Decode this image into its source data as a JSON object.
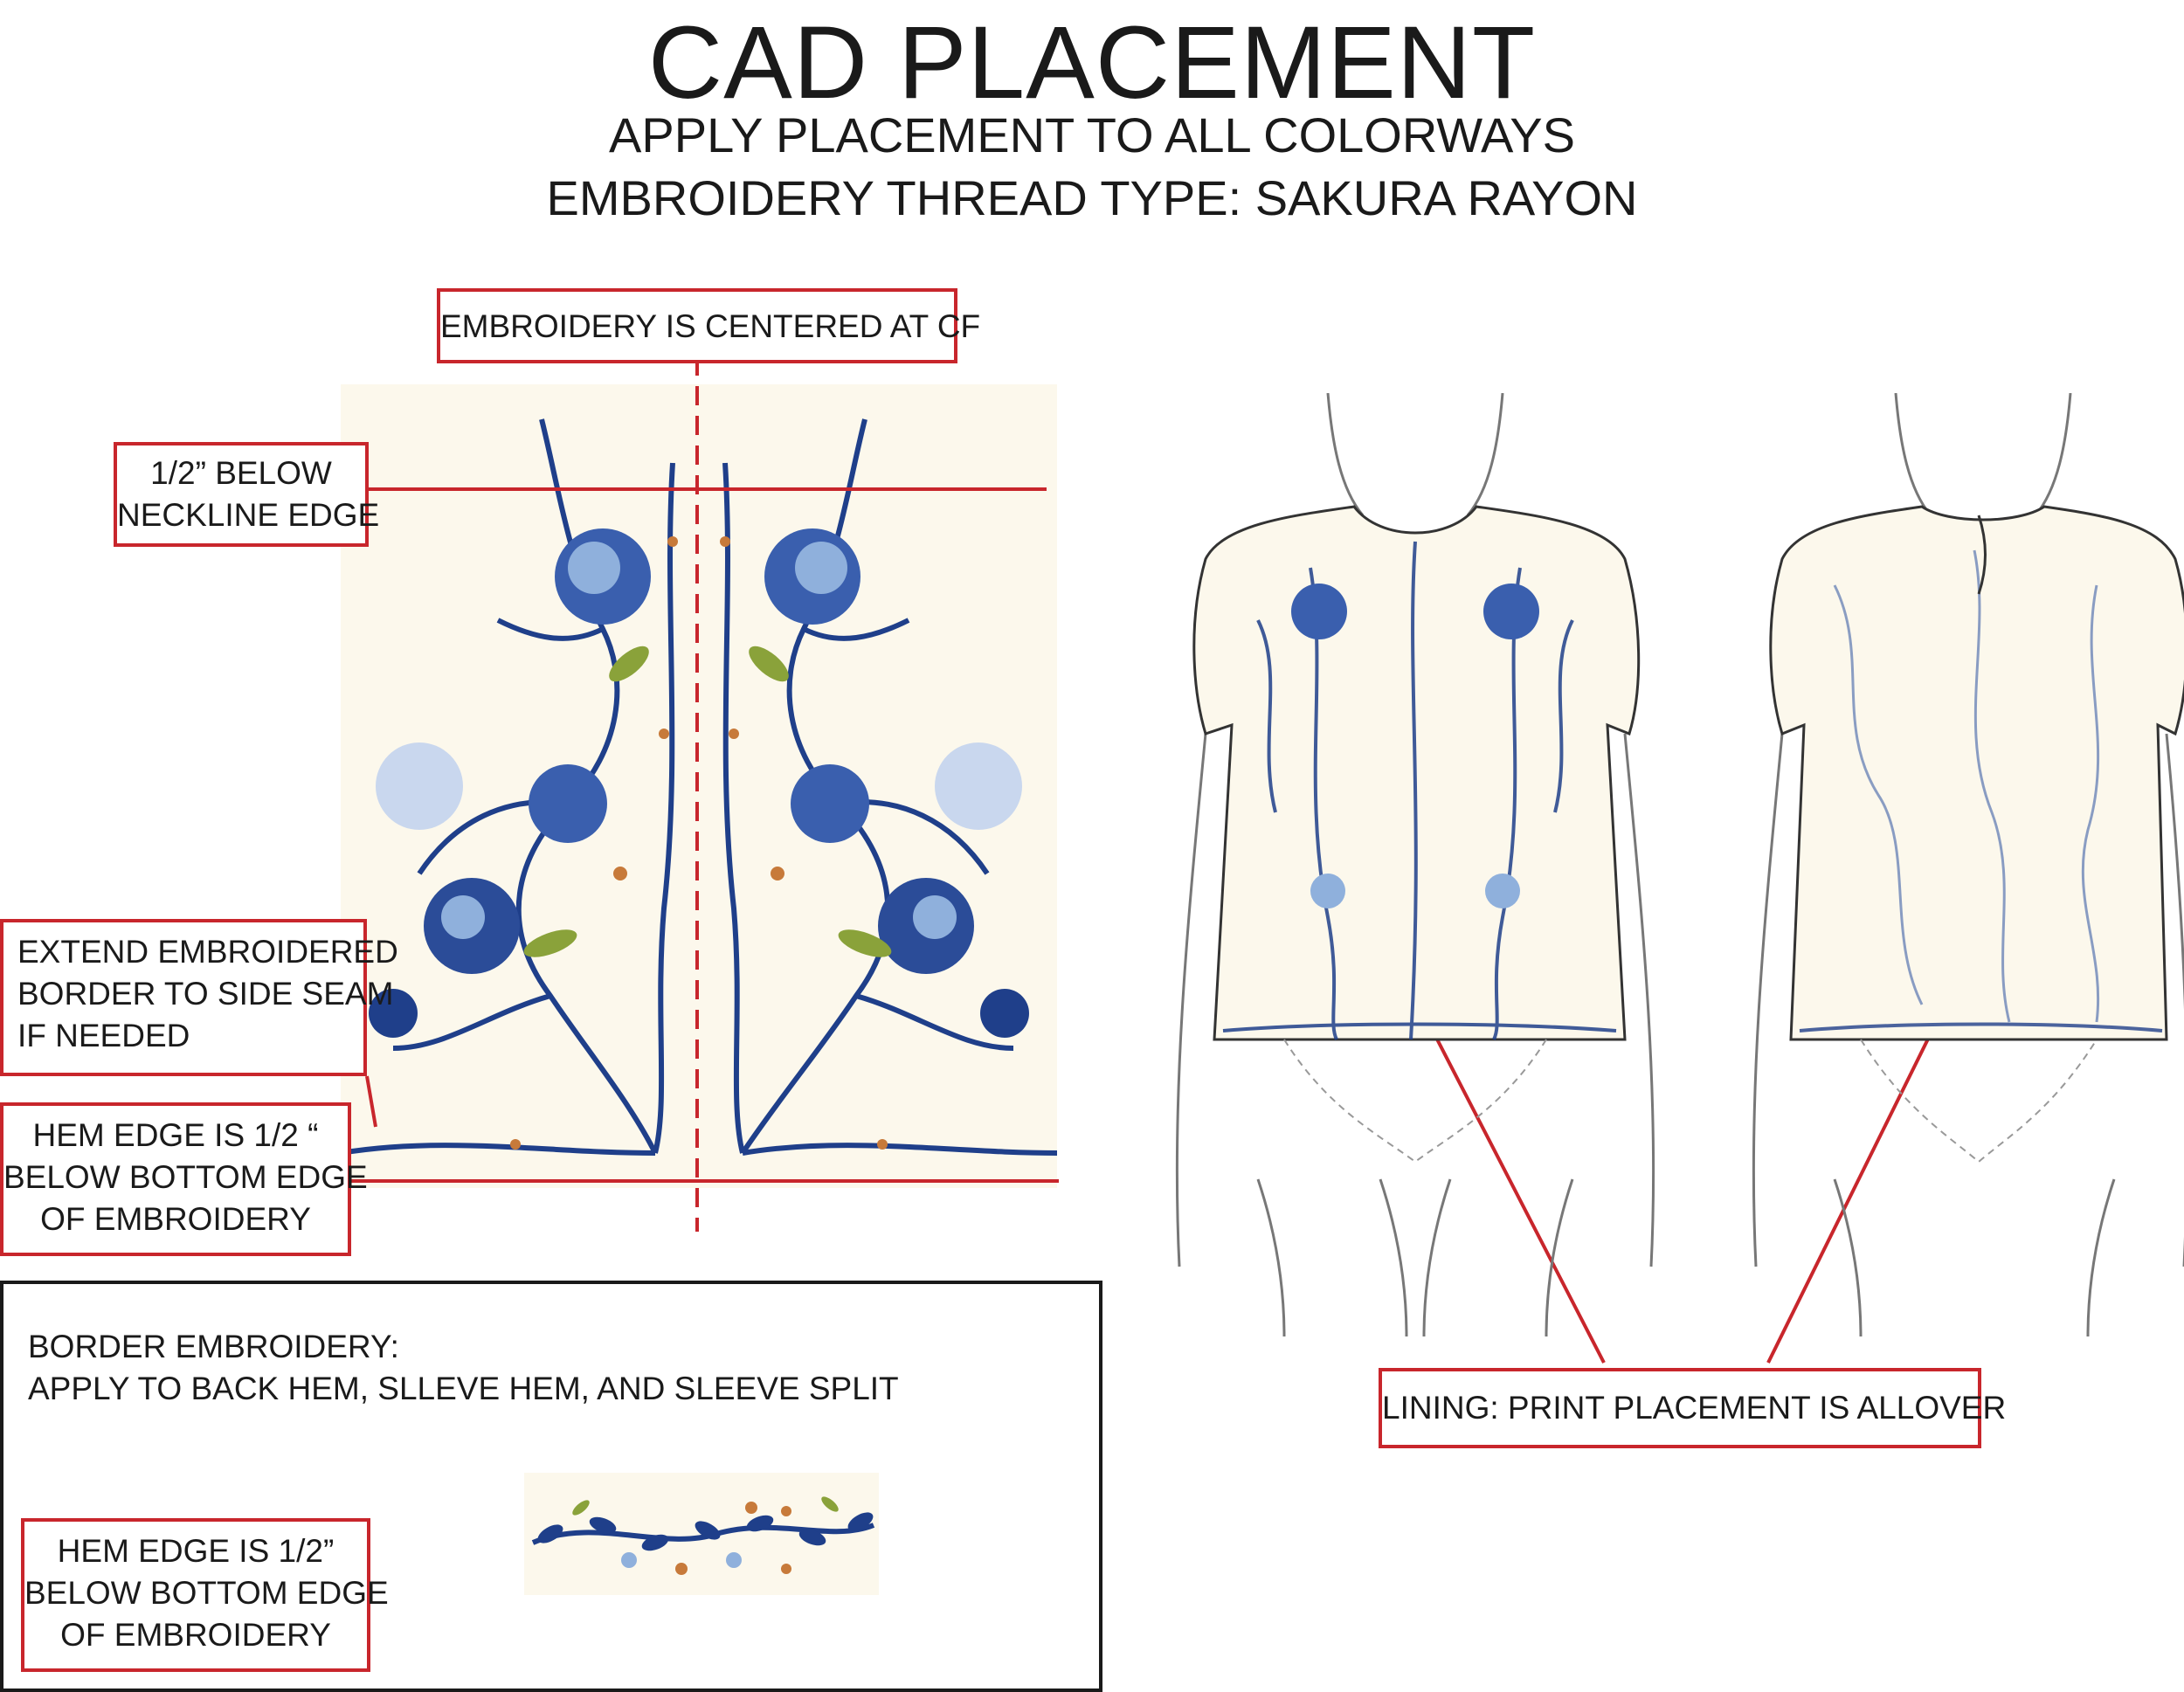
{
  "header": {
    "title": "CAD PLACEMENT",
    "line1": "APPLY PLACEMENT TO ALL COLORWAYS",
    "line2": "EMBROIDERY THREAD TYPE: SAKURA RAYON"
  },
  "callouts": {
    "centered": "EMBROIDERY IS CENTERED AT CF",
    "neckline": [
      "1/2” BELOW",
      "NECKLINE EDGE"
    ],
    "extend": [
      "EXTEND EMBROIDERED",
      "BORDER TO SIDE SEAM",
      "IF NEEDED"
    ],
    "hem": [
      "HEM EDGE IS 1/2 “",
      "BELOW BOTTOM EDGE",
      "OF EMBROIDERY"
    ],
    "lining": "LINING: PRINT PLACEMENT IS ALLOVER"
  },
  "border_panel": {
    "heading": "BORDER EMBROIDERY:",
    "instruction": "APPLY TO BACK HEM, SLLEVE HEM, AND SLEEVE SPLIT",
    "hem": [
      "HEM EDGE IS 1/2”",
      "BELOW BOTTOM EDGE",
      "OF EMBROIDERY"
    ]
  },
  "colors": {
    "callout_red": "#c8262c",
    "fabric_cream": "#fcf8ec",
    "embroidery_navy": "#1f3f8a",
    "embroidery_light": "#8fb0dc",
    "leaf_green": "#8aa23a",
    "bud_orange": "#c77a3a"
  }
}
